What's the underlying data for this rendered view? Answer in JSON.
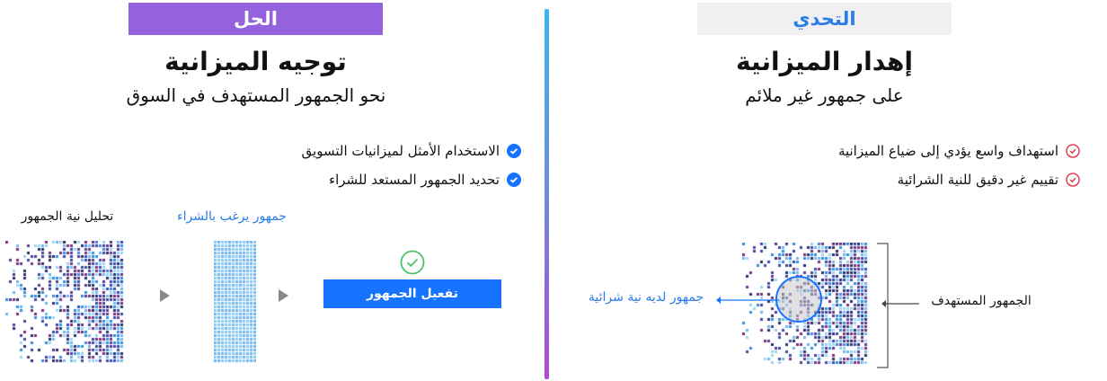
{
  "solution": {
    "badge": "الحل",
    "title": "توجيه الميزانية",
    "subtitle": "نحو الجمهور المستهدف في السوق",
    "bullets": [
      "الاستخدام الأمثل لميزانيات التسويق",
      "تحديد الجمهور المستعد للشراء"
    ],
    "flow": {
      "analysis_caption": "تحليل نية الجمهور",
      "ready_caption": "جمهور يرغب بالشراء",
      "activate_button": "تفعيل الجمهور"
    }
  },
  "challenge": {
    "badge": "التحدي",
    "title": "إهدار الميزانية",
    "subtitle": "على جمهور غير ملائم",
    "bullets": [
      "استهداف واسع يؤدي إلى ضياع الميزانية",
      "تقييم غير دقيق للنية الشرائية"
    ],
    "diagram": {
      "intent_label": "جمهور لديه نية شرائية",
      "target_label": "الجمهور المستهدف"
    }
  },
  "colors": {
    "solution_badge": "#9462dd",
    "challenge_text": "#2a7ce8",
    "accent_blue": "#1673ff",
    "check_green": "#4cc36a",
    "x_red": "#e0404a"
  },
  "icons": {
    "bullet_solution": "check-circle-icon",
    "bullet_challenge": "x-circle-icon",
    "success": "check-circle-outline-icon",
    "flow_arrow": "triangle-right-icon"
  }
}
